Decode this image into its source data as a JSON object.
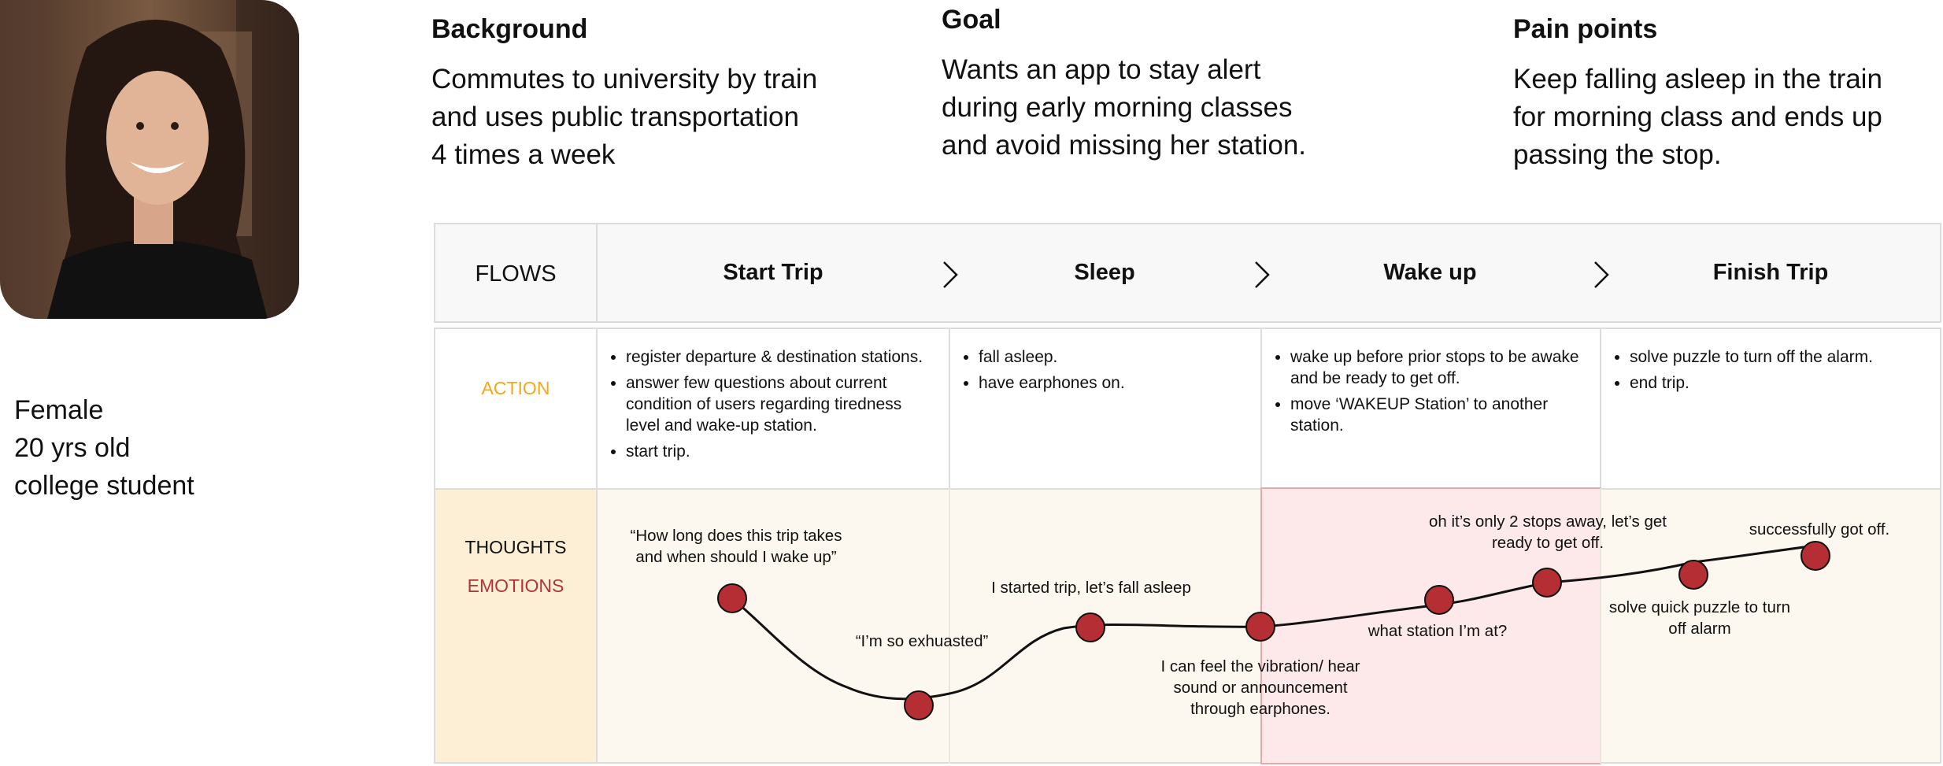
{
  "persona": {
    "lines": [
      "Female",
      "20 yrs old",
      "college student"
    ]
  },
  "sections": {
    "background": {
      "title": "Background",
      "lines": [
        "Commutes to university by train",
        "and uses public transportation",
        "4 times a week"
      ]
    },
    "goal": {
      "title": "Goal",
      "lines": [
        "Wants an app to stay alert",
        "during early morning classes",
        "and avoid missing her station."
      ]
    },
    "pain_points": {
      "title": "Pain points",
      "lines": [
        "Keep falling asleep in the train",
        "for morning class and ends up",
        "passing the stop."
      ]
    }
  },
  "table": {
    "flows_label": "FLOWS",
    "action_label": "ACTION",
    "thoughts_label": "THOUGHTS",
    "emotions_label": "EMOTIONS",
    "flows": [
      "Start Trip",
      "Sleep",
      "Wake up",
      "Finish Trip"
    ],
    "actions": [
      [
        "register departure & destination stations.",
        "answer few questions about current condition of users regarding tiredness level and wake-up station.",
        "start trip."
      ],
      [
        "fall asleep.",
        "have earphones on."
      ],
      [
        "wake up before prior stops to be awake and be ready to get off.",
        "move ‘WAKEUP Station’ to another station."
      ],
      [
        "solve puzzle to turn off the alarm.",
        "end trip."
      ]
    ],
    "thoughts": [
      "“How long does this trip takes and when should I wake up”",
      "“I’m so exhuasted”",
      "I started trip, let’s fall asleep",
      "I can feel the vibration/ hear sound or announcement through earphones.",
      "what station I’m at?",
      "oh it’s only 2 stops away, let’s get ready to get off.",
      "solve quick puzzle to turn off alarm",
      "successfully got off."
    ]
  },
  "colors": {
    "action": "#f2a818",
    "emotions": "#b0353b",
    "thoughts_bg": "#fdf8ef",
    "label_bg": "#fdefd5",
    "highlight_bg": "#fde9e9",
    "highlight_border": "#e8a9ae",
    "dot": "#b42e33"
  }
}
